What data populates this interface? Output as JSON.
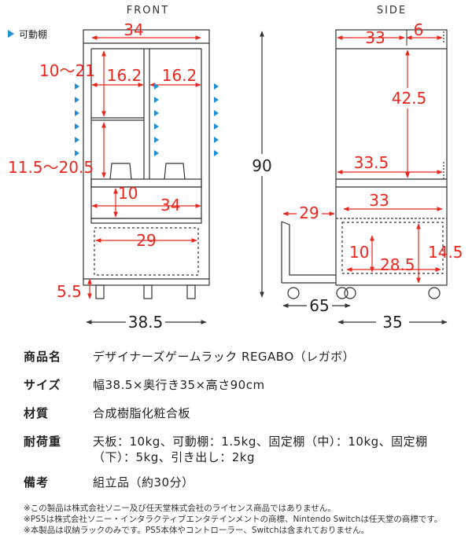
{
  "diagram": {
    "front_label": "FRONT",
    "side_label": "SIDE",
    "legend_label": "可動棚",
    "accent_color": "#e8271f",
    "marker_color": "#1f8fd6",
    "line_color": "#333333",
    "front": {
      "top_width": "34",
      "inner_left": "16.2",
      "inner_right": "16.2",
      "shelf_range_upper": "10〜21",
      "shelf_range_lower": "11.5〜20.5",
      "lower_shelf_left": "10",
      "lower_shelf_right": "34",
      "drawer_width": "29",
      "foot_height": "5.5",
      "total_width": "38.5",
      "total_height": "90"
    },
    "side": {
      "top_depth": "33",
      "top_small": "6",
      "upper_height": "42.5",
      "mid_depth": "33.5",
      "lower_depth": "33",
      "drawer_out": "29",
      "drawer_height": "10",
      "drawer_inner": "28.5",
      "drawer_total": "14.5",
      "extended_depth": "65",
      "total_depth": "35"
    }
  },
  "specs": [
    {
      "label": "商品名",
      "value": "デザイナーズゲームラック REGABO（レガボ）"
    },
    {
      "label": "サイズ",
      "value": "幅38.5×奥行き35×高さ90cm"
    },
    {
      "label": "材質",
      "value": "合成樹脂化粧合板"
    },
    {
      "label": "耐荷重",
      "value": "天板：10kg、可動棚：1.5kg、固定棚（中）：10kg、固定棚（下）：5kg、引き出し：2kg"
    },
    {
      "label": "備考",
      "value": "組立品（約30分）"
    }
  ],
  "notes": [
    "※この製品は株式会社ソニー及び任天堂株式会社のライセンス商品ではありません。",
    "※PS5は株式会社ソニー・インタラクティブエンタテインメントの商標、Nintendo Switchは任天堂の商標です。",
    "※本製品は収納ラックのみです。PS5本体やコントローラー、Switchは含まれておりません。"
  ]
}
